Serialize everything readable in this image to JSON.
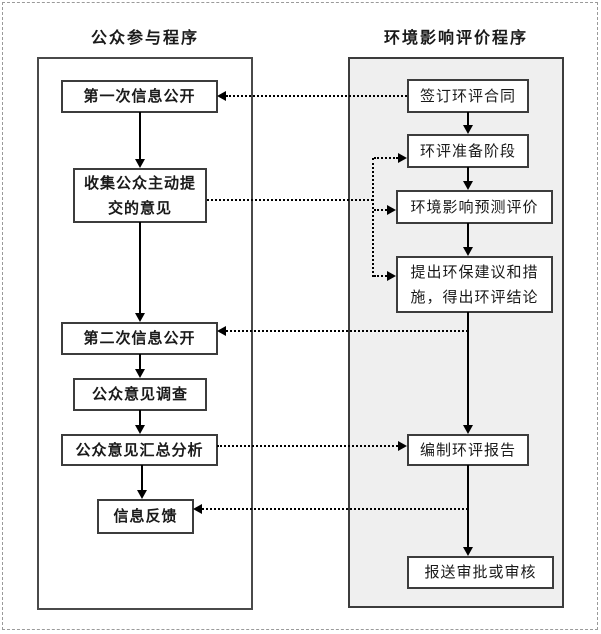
{
  "diagram": {
    "left": {
      "title": "公众参与程序",
      "boxes": [
        {
          "label": "第一次信息公开"
        },
        {
          "label": "收集公众主动提\n交的意见"
        },
        {
          "label": "第二次信息公开"
        },
        {
          "label": "公众意见调查"
        },
        {
          "label": "公众意见汇总分析"
        },
        {
          "label": "信息反馈"
        }
      ]
    },
    "right": {
      "title": "环境影响评价程序",
      "boxes": [
        {
          "label": "签订环评合同"
        },
        {
          "label": "环评准备阶段"
        },
        {
          "label": "环境影响预测评价"
        },
        {
          "label": "提出环保建议和措\n施，得出环评结论"
        },
        {
          "label": "编制环评报告"
        },
        {
          "label": "报送审批或审核"
        }
      ]
    },
    "colors": {
      "panel_bg": "#efefef",
      "box_border": "#3c3c3c",
      "line": "#000000",
      "page_border": "#9a9a9a"
    }
  }
}
